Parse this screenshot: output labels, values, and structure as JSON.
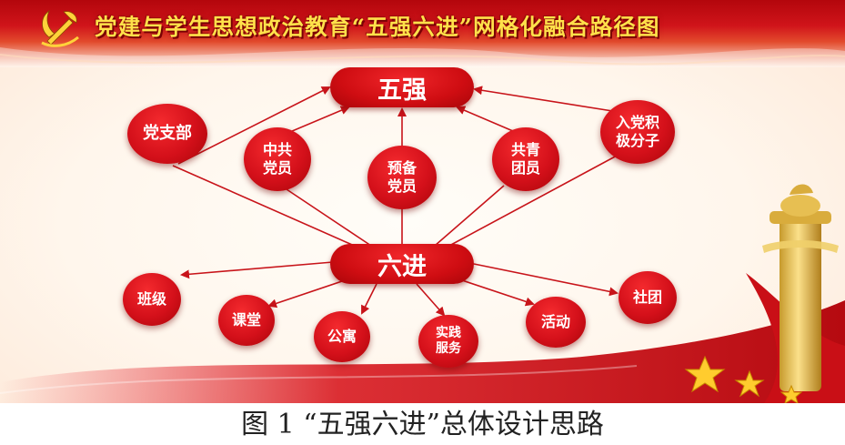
{
  "header": {
    "title": "党建与学生思想政治教育“五强六进”网格化融合路径图",
    "emblem_icon": "party-emblem-icon"
  },
  "diagram": {
    "top_hub": "五强",
    "bottom_hub": "六进",
    "upper_nodes": [
      {
        "id": "party-branch",
        "label": "党支部"
      },
      {
        "id": "cpc-member",
        "label": "中共\n党员"
      },
      {
        "id": "probationary-member",
        "label": "预备\n党员"
      },
      {
        "id": "league-member",
        "label": "共青\n团员"
      },
      {
        "id": "activist",
        "label": "入党积\n极分子"
      }
    ],
    "lower_nodes": [
      {
        "id": "class",
        "label": "班级"
      },
      {
        "id": "classroom",
        "label": "课堂"
      },
      {
        "id": "dormitory",
        "label": "公寓"
      },
      {
        "id": "practice-service",
        "label": "实践\n服务"
      },
      {
        "id": "activity",
        "label": "活动"
      },
      {
        "id": "club",
        "label": "社团"
      }
    ],
    "arrow_color": "#c8141a",
    "node_color": "#d4101a"
  },
  "decor": {
    "pillar_icon": "huabiao-pillar-icon",
    "star_icon": "star-icon",
    "ribbon_icon": "red-ribbon-icon"
  },
  "caption": "图 1 “五强六进”总体设计思路"
}
